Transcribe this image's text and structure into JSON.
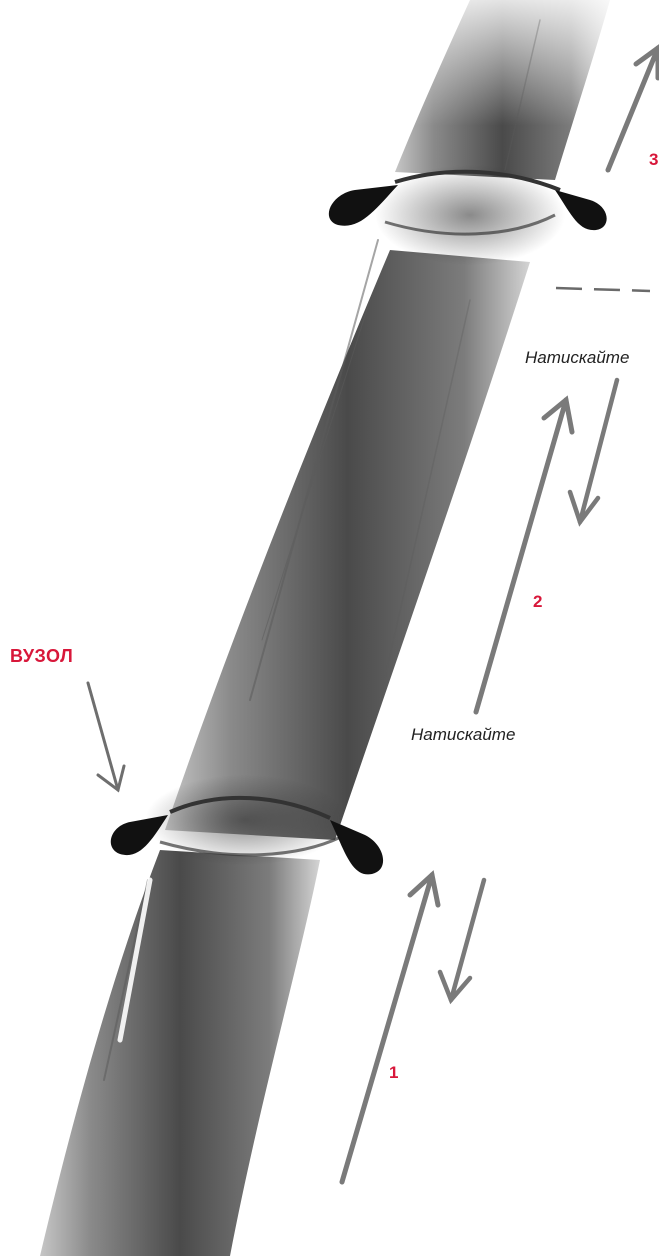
{
  "colors": {
    "accent": "#d8173a",
    "stem_dark": "#2e2e2e",
    "stem_mid": "#6d6d6d",
    "stem_light": "#c4c4c4",
    "arrow": "#7a7a7a",
    "text": "#222222"
  },
  "icons": {
    "up_arrow": "brush-arrow-up-icon",
    "down_arrow": "brush-arrow-down-icon",
    "node_pointer": "pointer-arrow-icon"
  },
  "labels": {
    "node": "ВУЗОЛ",
    "press_1": "Натискайте",
    "press_2": "Натискайте",
    "step_1": "1",
    "step_2": "2",
    "step_3": "3"
  }
}
